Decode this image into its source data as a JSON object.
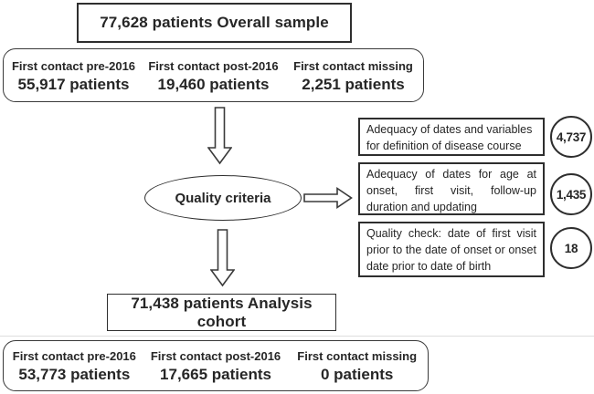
{
  "diagram": {
    "overall_sample_label": "77,628 patients Overall sample",
    "top_split": {
      "columns": [
        {
          "label": "First contact pre-2016",
          "value": "55,917 patients"
        },
        {
          "label": "First contact post-2016",
          "value": "19,460 patients"
        },
        {
          "label": "First contact missing",
          "value": "2,251 patients"
        }
      ]
    },
    "quality_criteria_label": "Quality criteria",
    "exclusions": [
      {
        "text": "Adequacy of dates and variables for definition of disease course",
        "count": "4,737"
      },
      {
        "text": "Adequacy of dates for age at onset, first visit, follow-up duration and updating",
        "count": "1,435"
      },
      {
        "text": "Quality check: date of first visit prior to the date of onset or onset date prior to date of birth",
        "count": "18"
      }
    ],
    "analysis_cohort_label": "71,438 patients Analysis cohort",
    "bottom_split": {
      "columns": [
        {
          "label": "First contact pre-2016",
          "value": "53,773 patients"
        },
        {
          "label": "First contact post-2016",
          "value": "17,665 patients"
        },
        {
          "label": "First contact missing",
          "value": "0 patients"
        }
      ]
    },
    "colors": {
      "line": "#2e2e2e",
      "text": "#262626",
      "background": "#ffffff"
    }
  }
}
